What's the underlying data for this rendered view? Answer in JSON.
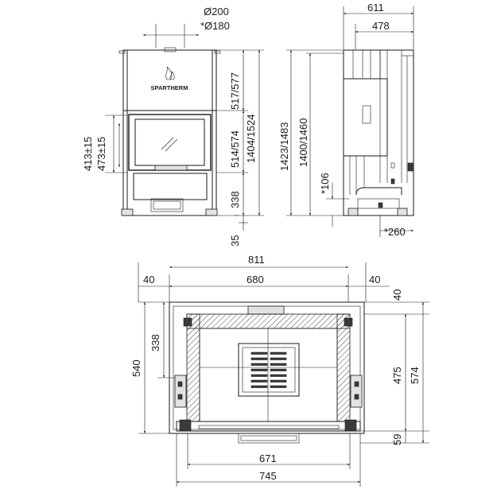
{
  "front_view": {
    "top_dims": [
      "Ø200",
      "*Ø180"
    ],
    "left_dims": [
      "413±15",
      "473±15"
    ],
    "right_dims": [
      "517/577",
      "514/574",
      "338",
      "1404/1524",
      "35"
    ],
    "brand": "SPARTHERM"
  },
  "side_view": {
    "top_dims": [
      "611",
      "478"
    ],
    "left_dims": [
      "1423/1483",
      "1400/1460",
      "*106"
    ],
    "bottom_dims": [
      "*260"
    ]
  },
  "plan_view": {
    "top_dims": [
      "811",
      "40",
      "680",
      "40"
    ],
    "left_dims": [
      "540",
      "338"
    ],
    "right_dims": [
      "40",
      "475",
      "574",
      "59"
    ],
    "bottom_dims": [
      "671",
      "745"
    ]
  }
}
